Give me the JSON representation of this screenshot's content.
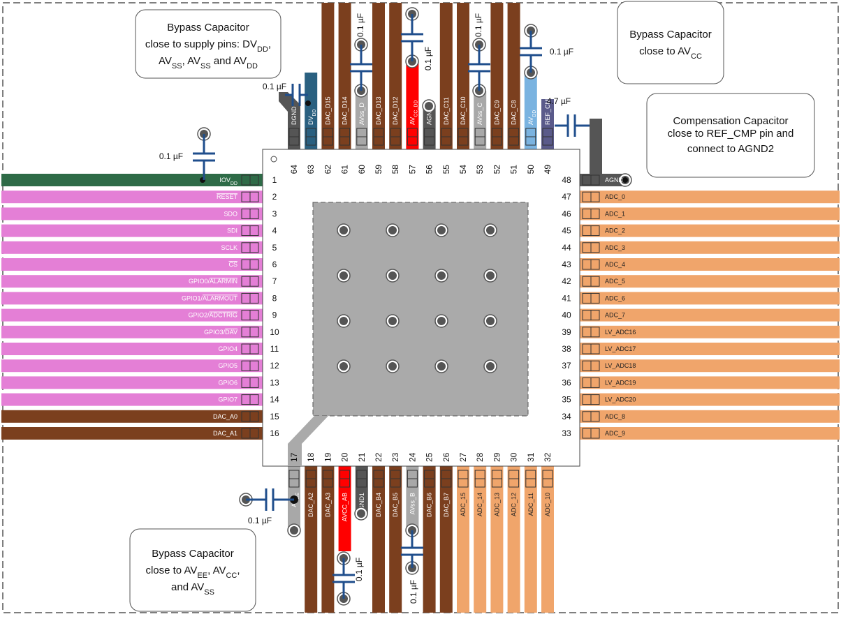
{
  "notes": {
    "dvdd": [
      "Bypass Capacitor",
      "close to supply pins:  DV",
      "DD",
      ",",
      "AV",
      "SS",
      ", AV",
      "SS",
      " and AV",
      "DD"
    ],
    "avcc": [
      "Bypass Capacitor",
      "close to AV",
      "CC"
    ],
    "comp": [
      "Compensation Capacitor",
      "close to REF_CMP pin and",
      "connect to AGND2"
    ],
    "avee": [
      "Bypass Capacitor",
      "close to AV",
      "EE",
      ", AV",
      "CC",
      ",",
      "and AV",
      "SS"
    ]
  },
  "capacitor_values": {
    "c_0_1": "0.1 µF",
    "c_4_7": "4.7 µF"
  },
  "left_pins": [
    {
      "num": "1",
      "label": "IOV",
      "sub": "DD",
      "overline": false,
      "color": "#2e6b47"
    },
    {
      "num": "2",
      "label": "RESET",
      "overline": true,
      "color": "#e47fd6"
    },
    {
      "num": "3",
      "label": "SDO",
      "overline": false,
      "color": "#e47fd6"
    },
    {
      "num": "4",
      "label": "SDI",
      "overline": false,
      "color": "#e47fd6"
    },
    {
      "num": "5",
      "label": "SCLK",
      "overline": false,
      "color": "#e47fd6"
    },
    {
      "num": "6",
      "label": "CS",
      "overline": true,
      "color": "#e47fd6"
    },
    {
      "num": "7",
      "label": "GPIO0/",
      "label2": "ALARMIN",
      "overline": false,
      "overline2": true,
      "color": "#e47fd6"
    },
    {
      "num": "8",
      "label": "GPIO1/",
      "label2": "ALARMOUT",
      "overline": false,
      "overline2": true,
      "color": "#e47fd6"
    },
    {
      "num": "9",
      "label": "GPIO2/",
      "label2": "ADCTRIG",
      "overline": false,
      "overline2": true,
      "color": "#e47fd6"
    },
    {
      "num": "10",
      "label": "GPIO3/",
      "label2": "DAV",
      "overline": false,
      "overline2": true,
      "color": "#e47fd6"
    },
    {
      "num": "11",
      "label": "GPIO4",
      "overline": false,
      "color": "#e47fd6"
    },
    {
      "num": "12",
      "label": "GPIO5",
      "overline": false,
      "color": "#e47fd6"
    },
    {
      "num": "13",
      "label": "GPIO6",
      "overline": false,
      "color": "#e47fd6"
    },
    {
      "num": "14",
      "label": "GPIO7",
      "overline": false,
      "color": "#e47fd6"
    },
    {
      "num": "15",
      "label": "DAC_A0",
      "overline": false,
      "color": "#7b3f1e"
    },
    {
      "num": "16",
      "label": "DAC_A1",
      "overline": false,
      "color": "#7b3f1e"
    }
  ],
  "right_pins": [
    {
      "num": "48",
      "label": "AGND2",
      "color": "#555555"
    },
    {
      "num": "47",
      "label": "ADC_0",
      "color": "#f0a56b"
    },
    {
      "num": "46",
      "label": "ADC_1",
      "color": "#f0a56b"
    },
    {
      "num": "45",
      "label": "ADC_2",
      "color": "#f0a56b"
    },
    {
      "num": "44",
      "label": "ADC_3",
      "color": "#f0a56b"
    },
    {
      "num": "43",
      "label": "ADC_4",
      "color": "#f0a56b"
    },
    {
      "num": "42",
      "label": "ADC_5",
      "color": "#f0a56b"
    },
    {
      "num": "41",
      "label": "ADC_6",
      "color": "#f0a56b"
    },
    {
      "num": "40",
      "label": "ADC_7",
      "color": "#f0a56b"
    },
    {
      "num": "39",
      "label": "LV_ADC16",
      "color": "#f0a56b"
    },
    {
      "num": "38",
      "label": "LV_ADC17",
      "color": "#f0a56b"
    },
    {
      "num": "37",
      "label": "LV_ADC18",
      "color": "#f0a56b"
    },
    {
      "num": "36",
      "label": "LV_ADC19",
      "color": "#f0a56b"
    },
    {
      "num": "35",
      "label": "LV_ADC20",
      "color": "#f0a56b"
    },
    {
      "num": "34",
      "label": "ADC_8",
      "color": "#f0a56b"
    },
    {
      "num": "33",
      "label": "ADC_9",
      "color": "#f0a56b"
    }
  ],
  "top_pins": [
    {
      "num": "64",
      "label": "DGND",
      "color": "#555555"
    },
    {
      "num": "63",
      "label": "DV",
      "sub": "DD",
      "color": "#2a6080"
    },
    {
      "num": "62",
      "label": "DAC_D15",
      "color": "#7b3f1e"
    },
    {
      "num": "61",
      "label": "DAC_D14",
      "color": "#7b3f1e"
    },
    {
      "num": "60",
      "label": "AVss_D",
      "color": "#a8a8a8"
    },
    {
      "num": "59",
      "label": "DAC_D13",
      "color": "#7b3f1e"
    },
    {
      "num": "58",
      "label": "DAC_D12",
      "color": "#7b3f1e"
    },
    {
      "num": "57",
      "label": "AV",
      "sub": "CC_DD",
      "color": "#ff0000"
    },
    {
      "num": "56",
      "label": "AGND3",
      "color": "#555555"
    },
    {
      "num": "55",
      "label": "DAC_C11",
      "color": "#7b3f1e"
    },
    {
      "num": "54",
      "label": "DAC_C10",
      "color": "#7b3f1e"
    },
    {
      "num": "53",
      "label": "AVss_C",
      "color": "#a8a8a8"
    },
    {
      "num": "52",
      "label": "DAC_C9",
      "color": "#7b3f1e"
    },
    {
      "num": "51",
      "label": "DAC_C8",
      "color": "#7b3f1e"
    },
    {
      "num": "50",
      "label": "AV",
      "sub": "DD",
      "color": "#7ab3e0"
    },
    {
      "num": "49",
      "label": "REF_CMP",
      "color": "#5a5a8a"
    }
  ],
  "bottom_pins": [
    {
      "num": "17",
      "label": "AV",
      "sub": "EE",
      "color": "#a8a8a8"
    },
    {
      "num": "18",
      "label": "DAC_A2",
      "color": "#7b3f1e"
    },
    {
      "num": "19",
      "label": "DAC_A3",
      "color": "#7b3f1e"
    },
    {
      "num": "20",
      "label": "AVCC_AB",
      "color": "#ff0000"
    },
    {
      "num": "21",
      "label": "AGND1",
      "color": "#555555"
    },
    {
      "num": "22",
      "label": "DAC_B4",
      "color": "#7b3f1e"
    },
    {
      "num": "23",
      "label": "DAC_B5",
      "color": "#7b3f1e"
    },
    {
      "num": "24",
      "label": "AVss_B",
      "color": "#a8a8a8"
    },
    {
      "num": "25",
      "label": "DAC_B6",
      "color": "#7b3f1e"
    },
    {
      "num": "26",
      "label": "DAC_B7",
      "color": "#7b3f1e"
    },
    {
      "num": "27",
      "label": "ADC_15",
      "color": "#f0a56b"
    },
    {
      "num": "28",
      "label": "ADC_14",
      "color": "#f0a56b"
    },
    {
      "num": "29",
      "label": "ADC_13",
      "color": "#f0a56b"
    },
    {
      "num": "30",
      "label": "ADC_12",
      "color": "#f0a56b"
    },
    {
      "num": "31",
      "label": "ADC_11",
      "color": "#f0a56b"
    },
    {
      "num": "32",
      "label": "ADC_10",
      "color": "#f0a56b"
    }
  ],
  "colors": {
    "board_outline": "#555555",
    "chip_body": "#ffffff",
    "thermal_pad": "#aaaaaa",
    "capacitor": "#1f4e8c",
    "via_ring": "#555555"
  }
}
